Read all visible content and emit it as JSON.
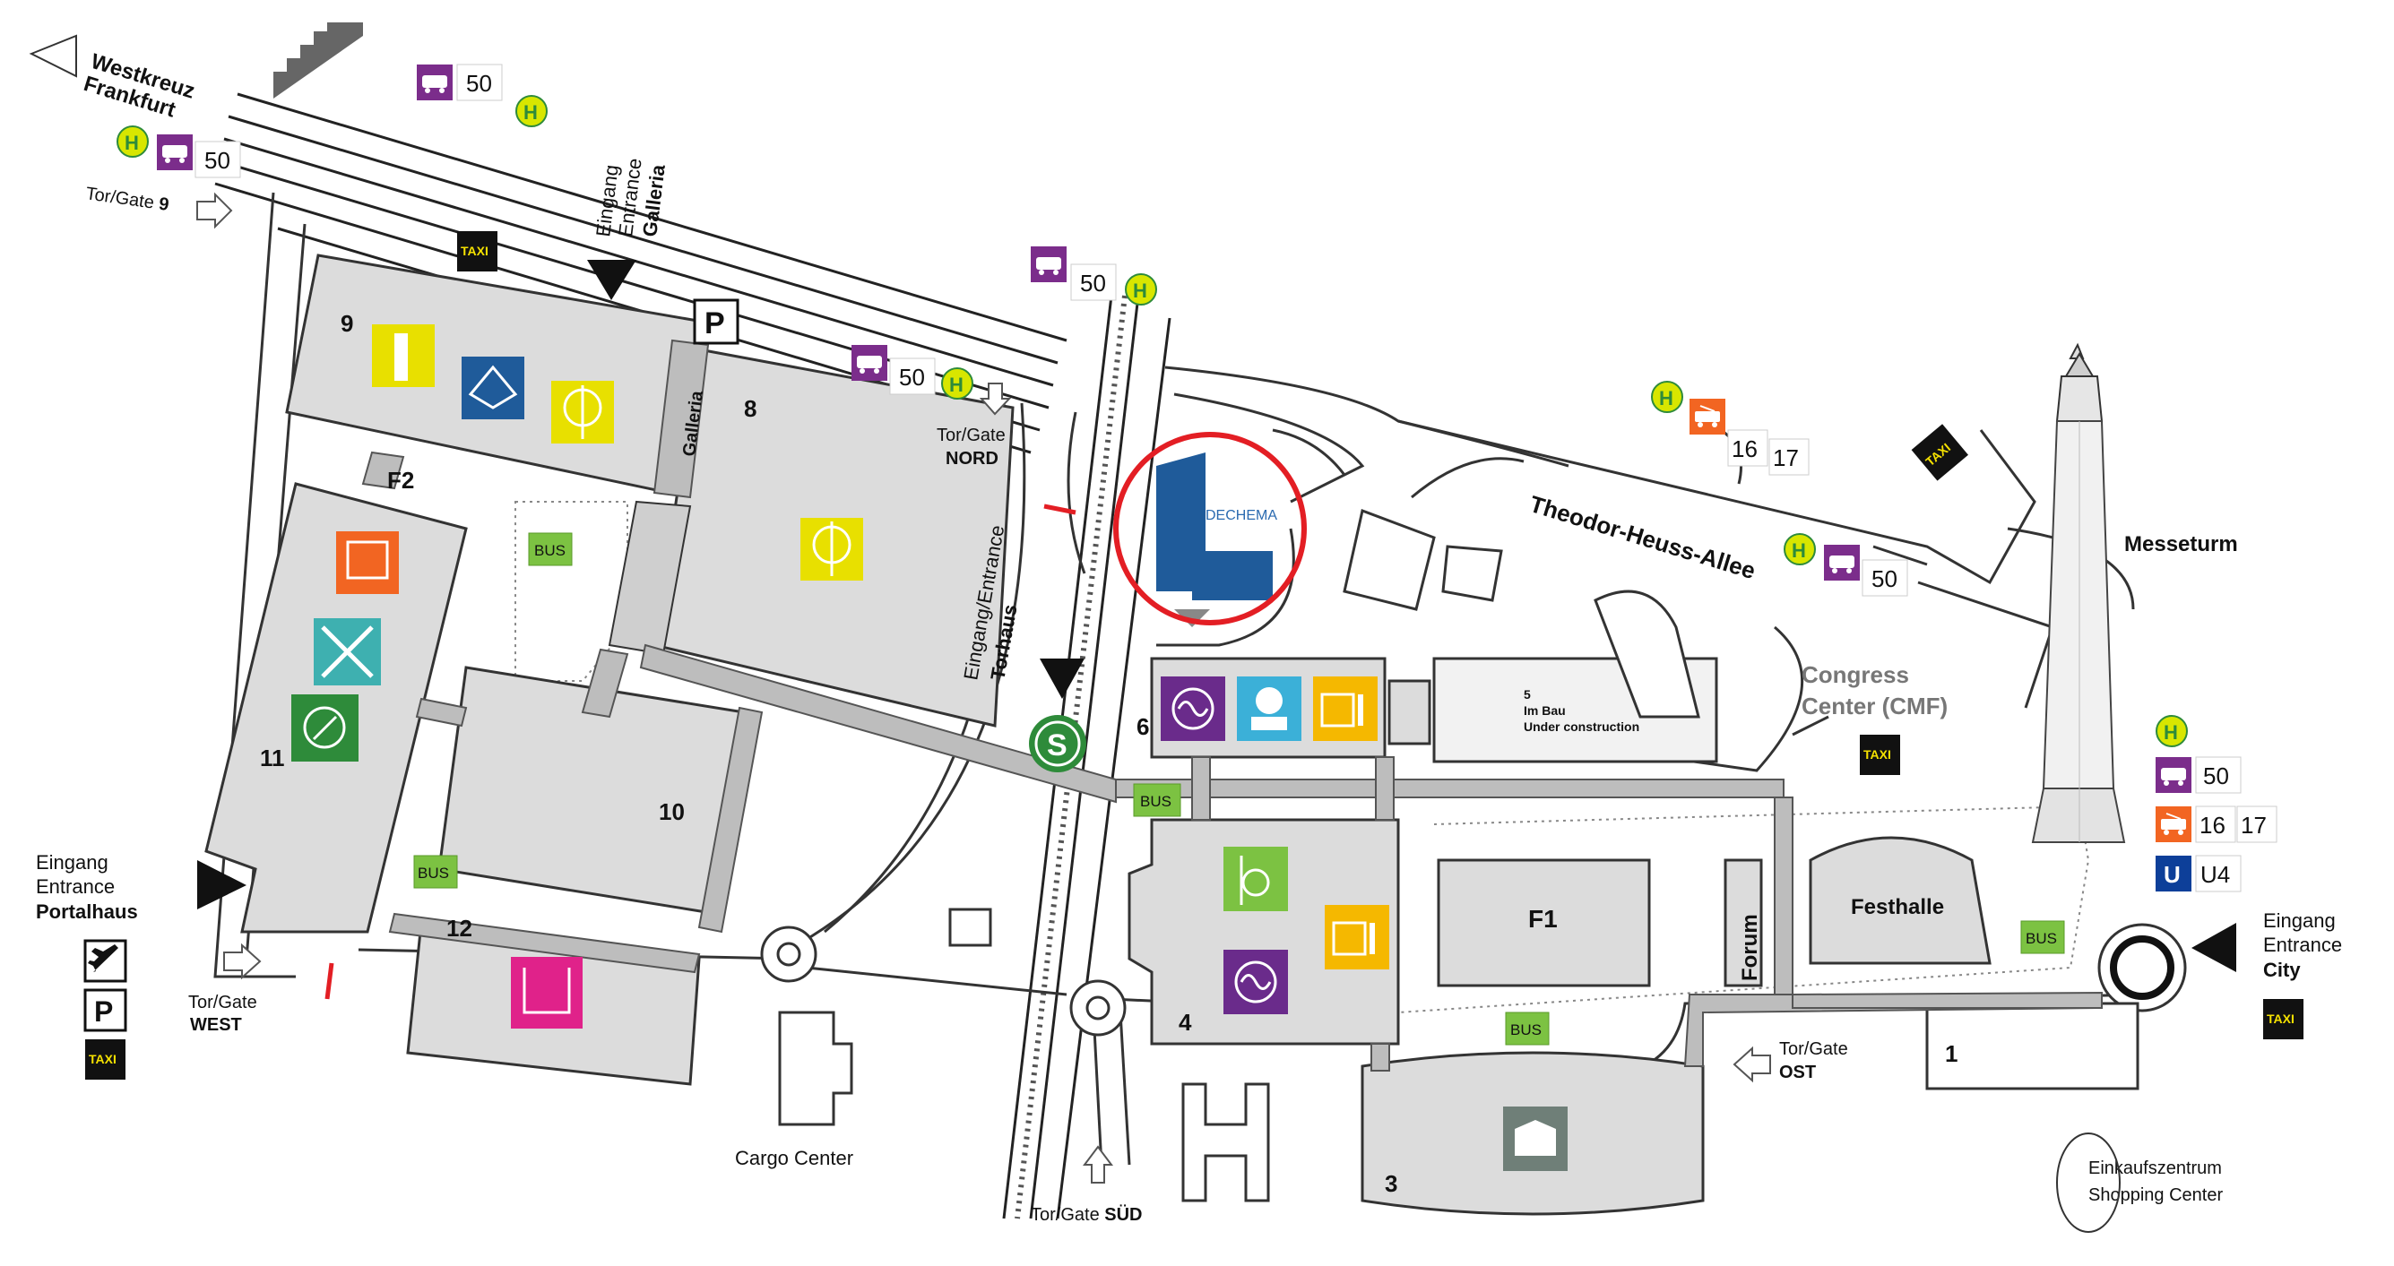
{
  "map": {
    "places": {
      "westkreuz_line1": "Westkreuz",
      "westkreuz_line2": "Frankfurt",
      "messeturm": "Messeturm",
      "congress_line1": "Congress",
      "congress_line2": "Center (CMF)",
      "festhalle": "Festhalle",
      "forum": "Forum",
      "cargo_center": "Cargo Center",
      "shopping_line1": "Einkaufszentrum",
      "shopping_line2": "Shopping Center",
      "street": "Theodor-Heuss-Allee",
      "dechema": "DECHEMA",
      "galleria_vertical": "Galleria"
    },
    "halls": {
      "h1": "1",
      "h3": "3",
      "h4": "4",
      "h5": "5",
      "h6": "6",
      "h8": "8",
      "h9": "9",
      "h10": "10",
      "h11": "11",
      "h12": "12",
      "f1": "F1",
      "f2": "F2",
      "h5_line2": "Im Bau",
      "h5_line3": "Under construction"
    },
    "entrances": {
      "galleria": {
        "l1": "Eingang",
        "l2": "Entrance",
        "l3": "Galleria"
      },
      "torhaus": {
        "l1": "Eingang/Entrance",
        "l2": "Torhaus"
      },
      "portalhaus": {
        "l1": "Eingang",
        "l2": "Entrance",
        "l3": "Portalhaus"
      },
      "city": {
        "l1": "Eingang",
        "l2": "Entrance",
        "l3": "City"
      }
    },
    "gates": {
      "gate9_prefix": "Tor/Gate",
      "gate9_bold": "9",
      "nord_l1": "Tor/Gate",
      "nord_l2": "NORD",
      "west_l1": "Tor/Gate",
      "west_l2": "WEST",
      "ost_l1": "Tor/Gate",
      "ost_l2": "OST",
      "sued_prefix": "Tor/Gate",
      "sued_bold": "SÜD"
    },
    "transit": {
      "bus_line": "50",
      "tram_line_a": "16",
      "tram_line_b": "17",
      "ubahn_line": "U4",
      "ubahn_letter": "U",
      "stop_letter": "H",
      "sbahn_letter": "S",
      "bus_label": "BUS",
      "taxi_label": "TAXI",
      "parking_letter": "P"
    },
    "colors": {
      "bus_purple": "#7b2d8b",
      "tram_orange": "#f26522",
      "ubahn_blue": "#0d3f99",
      "stop_yellow": "#d8e600",
      "sbahn_green": "#2e8b3a",
      "bus_stop_green": "#7cc242",
      "dechema_blue": "#1f5b9a",
      "highlight_red": "#e31e24",
      "hall_fill": "#dcdcdc"
    },
    "highlight": "circle-around-dechema"
  }
}
